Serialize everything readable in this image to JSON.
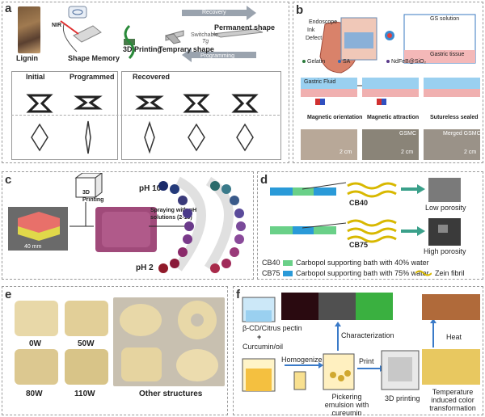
{
  "panel_a": {
    "label": "a",
    "lignin": "Lignin",
    "nir": "NIR",
    "shape_memory": "Shape Memory",
    "printing": "3D Printing",
    "recovery": "Recovery",
    "permanent": "Permanent shape",
    "switchable": "Switchable",
    "tg": "Tg",
    "temporary": "Temprary shape",
    "programming": "Programming",
    "initial": "Initial",
    "programmed": "Programmed",
    "recovered": "Recovered"
  },
  "panel_b": {
    "label": "b",
    "endoscope": "Endoscope",
    "ink": "Ink",
    "defect": "Defect",
    "gs_solution": "GS solution",
    "gastric_tissue": "Gastric tissue",
    "legend_gelatin": "Gelatin",
    "legend_sa": "SA",
    "legend_ndfeb": "NdFeB@SiO₂",
    "gastric_fluid": "Gastric Fluid",
    "step1": "Magnetic orientation",
    "step2": "Magnetic attraction",
    "step3": "Sutureless sealed",
    "scale1": "2 cm",
    "gsmc": "GSMC",
    "scale2": "2 cm",
    "merged": "Merged GSMC",
    "scale3": "2 cm"
  },
  "panel_c": {
    "label": "c",
    "printing": "3D Printing",
    "spraying": "Spraying with pH solutions (2-10)",
    "ph10": "pH 10",
    "ph2": "pH 2",
    "scale": "40 mm"
  },
  "panel_d": {
    "label": "d",
    "cb40": "CB40",
    "cb75": "CB75",
    "low": "Low porosity",
    "high": "High porosity",
    "legend_cb40": "CB40",
    "legend_cb40_desc": "Carbopol supporting bath with 40% water",
    "legend_cb75": "CB75",
    "legend_cb75_desc": "Carbopol supporting bath with 75% water",
    "legend_zein": "Zein fibril"
  },
  "panel_e": {
    "label": "e",
    "w0": "0W",
    "w50": "50W",
    "w80": "80W",
    "w110": "110W",
    "other": "Other structures"
  },
  "panel_f": {
    "label": "f",
    "pectin": "β-CD/Citrus pectin",
    "plus": "+",
    "curcumin": "Curcumin/oil",
    "homogenize": "Homogenize",
    "characterization": "Characterization",
    "print": "Print",
    "heat": "Heat",
    "pickering": "Pickering emulsion with cureumin",
    "printing": "3D printing",
    "temp": "Temperature induced color transformation"
  }
}
